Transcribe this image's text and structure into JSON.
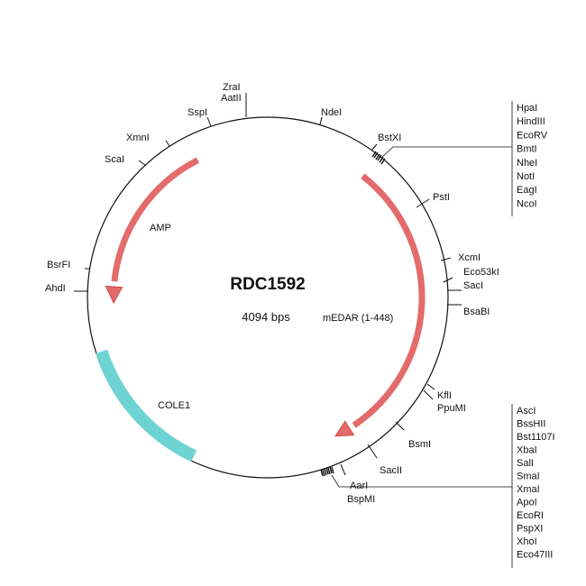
{
  "plasmid": {
    "name": "RDC1592",
    "size_label": "4094 bps"
  },
  "features": [
    {
      "id": "amp",
      "label": "AMP",
      "color": "#e36b6b",
      "type": "arrow"
    },
    {
      "id": "medar",
      "label": "mEDAR (1-448)",
      "color": "#e36b6b",
      "type": "arrow"
    },
    {
      "id": "cole1",
      "label": "COLE1",
      "color": "#6ed3d3",
      "type": "block"
    }
  ],
  "sites": [
    {
      "id": "zrai",
      "label": "ZraI"
    },
    {
      "id": "aatii",
      "label": "AatII"
    },
    {
      "id": "sspi",
      "label": "SspI"
    },
    {
      "id": "xmni",
      "label": "XmnI"
    },
    {
      "id": "scai",
      "label": "ScaI"
    },
    {
      "id": "ndei",
      "label": "NdeI"
    },
    {
      "id": "bstxi",
      "label": "BstXI"
    },
    {
      "id": "psti",
      "label": "PstI"
    },
    {
      "id": "xcmi",
      "label": "XcmI"
    },
    {
      "id": "eco53ki",
      "label": "Eco53kI"
    },
    {
      "id": "saci",
      "label": "SacI"
    },
    {
      "id": "bsabi",
      "label": "BsaBI"
    },
    {
      "id": "kfli",
      "label": "KflI"
    },
    {
      "id": "ppumi",
      "label": "PpuMI"
    },
    {
      "id": "bsmi",
      "label": "BsmI"
    },
    {
      "id": "sacii",
      "label": "SacII"
    },
    {
      "id": "aari",
      "label": "AarI"
    },
    {
      "id": "bspmi",
      "label": "BspMI"
    },
    {
      "id": "bsrfi",
      "label": "BsrFI"
    },
    {
      "id": "ahdi",
      "label": "AhdI"
    }
  ],
  "site_groups": [
    {
      "id": "mcs-top",
      "labels": [
        "HpaI",
        "HindIII",
        "EcoRV",
        "BmtI",
        "NheI",
        "NotI",
        "EagI",
        "NcoI"
      ]
    },
    {
      "id": "mcs-bottom",
      "labels": [
        "AscI",
        "BssHII",
        "Bst1107I",
        "XbaI",
        "SalI",
        "SmaI",
        "XmaI",
        "ApoI",
        "EcoRI",
        "PspXI",
        "XhoI",
        "Eco47III"
      ]
    }
  ]
}
